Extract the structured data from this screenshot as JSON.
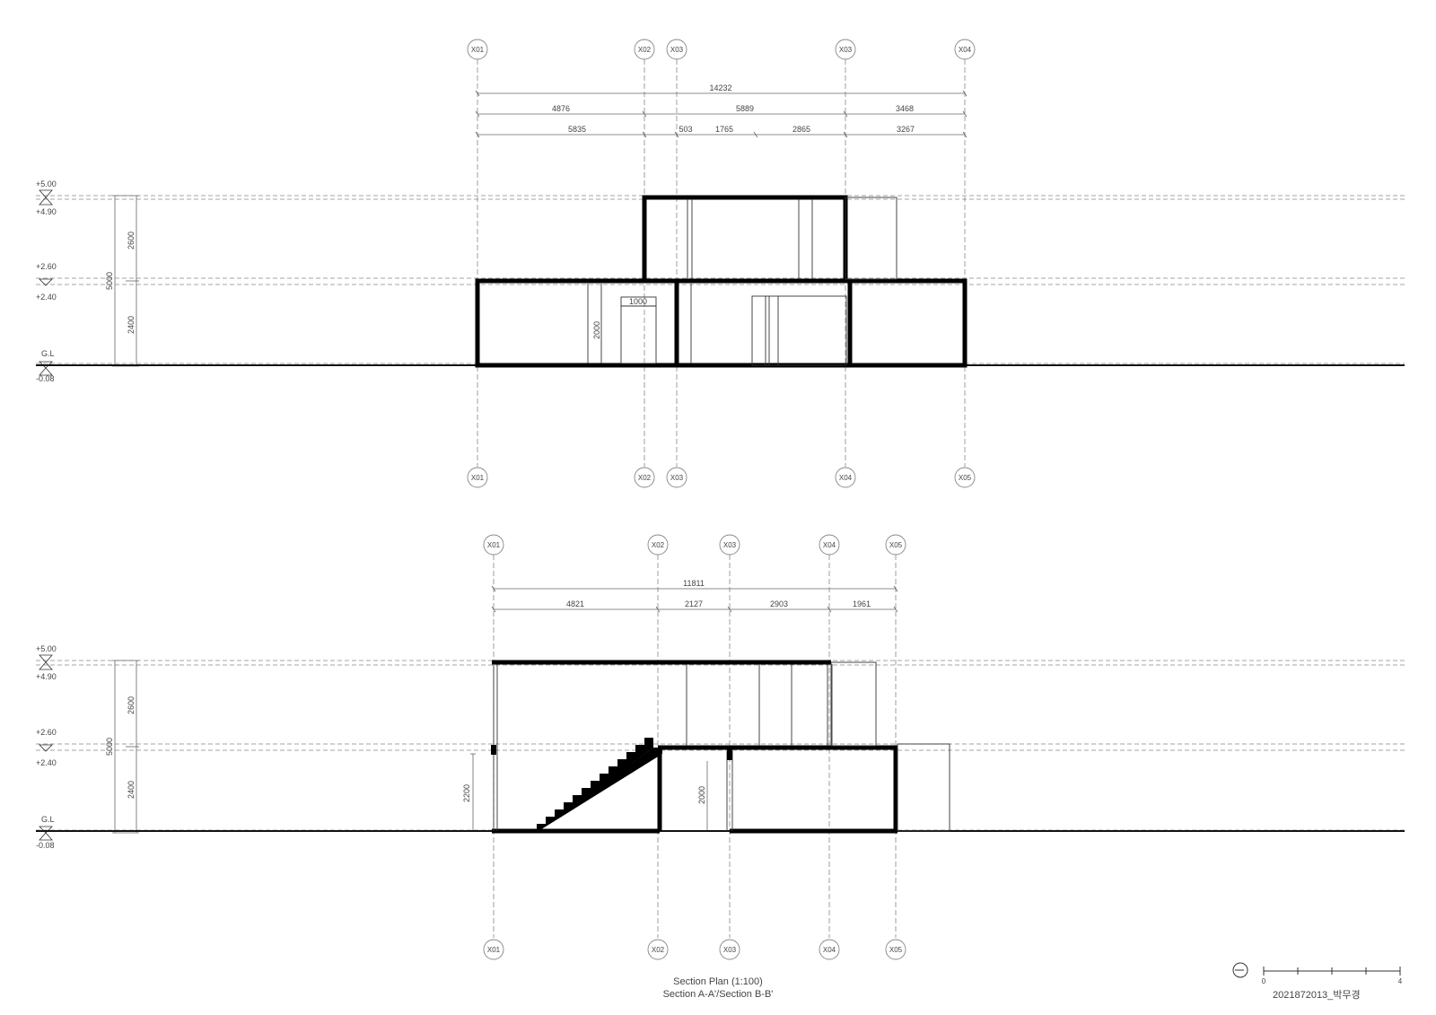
{
  "drawing": {
    "title": "Section Plan (1:100)",
    "subtitle": "Section A-A'/Section B-B'",
    "author": "2021872013_박무경",
    "scale_bar": {
      "start_label": "0",
      "end_label": "4"
    }
  },
  "section_a": {
    "grid_top": [
      "X01",
      "X02",
      "X03",
      "X03",
      "X04"
    ],
    "grid_bottom": [
      "X01",
      "X02",
      "X03",
      "X04",
      "X05"
    ],
    "dims_row1": [
      "14232"
    ],
    "dims_row2": [
      "4876",
      "5889",
      "3468"
    ],
    "dims_row3": [
      "5835",
      "503",
      "1765",
      "2865",
      "3267"
    ],
    "levels": [
      "+5.00",
      "+4.90",
      "+2.60",
      "+2.40",
      "G.L",
      "-0.08"
    ],
    "vertical_dims": [
      "2600",
      "5000",
      "2400"
    ],
    "door_width": "1000",
    "door_height": "2000"
  },
  "section_b": {
    "grid_top": [
      "X01",
      "X02",
      "X03",
      "X04",
      "X05"
    ],
    "grid_bottom": [
      "X01",
      "X02",
      "X03",
      "X04",
      "X05"
    ],
    "dims_row1": [
      "11811"
    ],
    "dims_row2": [
      "4821",
      "2127",
      "2903",
      "1961"
    ],
    "levels": [
      "+5.00",
      "+4.90",
      "+2.60",
      "+2.40",
      "G.L",
      "-0.08"
    ],
    "vertical_dims": [
      "2600",
      "5000",
      "2400"
    ],
    "stair_height": "2200",
    "door_height": "2000"
  }
}
